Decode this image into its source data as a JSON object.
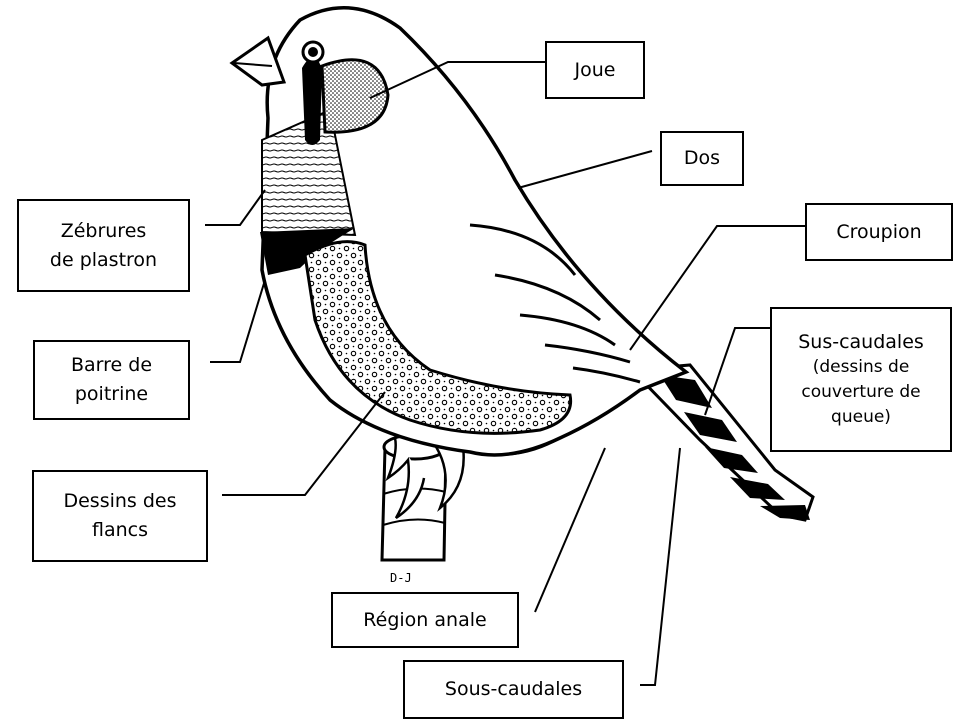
{
  "labels": {
    "joue": "Joue",
    "dos": "Dos",
    "croupion": "Croupion",
    "zebrures": [
      "Zébrures",
      "de plastron"
    ],
    "barre": [
      "Barre de",
      "poitrine"
    ],
    "sus_caudales": [
      "Sus-caudales",
      "(dessins de",
      "couverture de",
      "queue)"
    ],
    "dessins_flancs": [
      "Dessins des",
      "flancs"
    ],
    "region_anale": "Région anale",
    "sous_caudales": "Sous-caudales"
  },
  "signature": "D-J"
}
